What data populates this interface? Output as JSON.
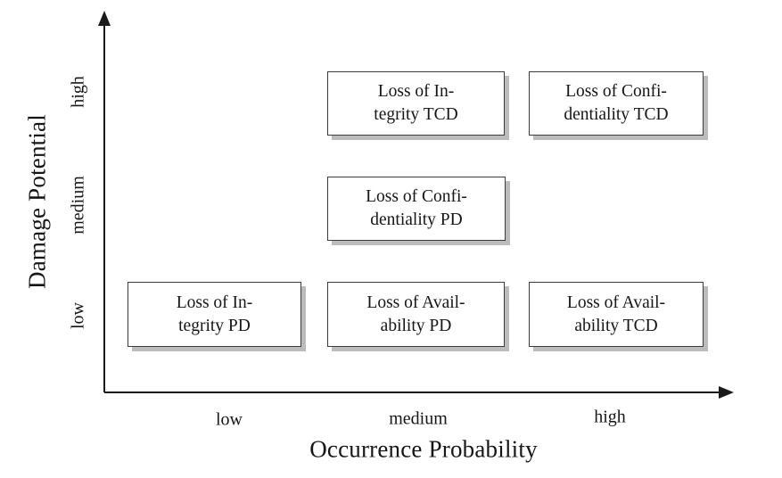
{
  "diagram": {
    "type": "risk-matrix",
    "background": "#ffffff"
  },
  "colors": {
    "axis": "#1a1a1a",
    "box_border": "#3c3c3c",
    "box_shadow": "#bcbcbc",
    "text": "#161616",
    "box_fill": "#ffffff"
  },
  "x_axis": {
    "title": "Occurrence Probability",
    "ticks": [
      "low",
      "medium",
      "high"
    ]
  },
  "y_axis": {
    "title": "Damage Potential",
    "ticks": [
      "high",
      "medium",
      "low"
    ]
  },
  "boxes": [
    {
      "line1": "Loss of In-",
      "line2": "tegrity TCD",
      "occurrence": "medium",
      "damage": "high"
    },
    {
      "line1": "Loss of Confi-",
      "line2": "dentiality TCD",
      "occurrence": "high",
      "damage": "high"
    },
    {
      "line1": "Loss of Confi-",
      "line2": "dentiality PD",
      "occurrence": "medium",
      "damage": "medium"
    },
    {
      "line1": "Loss of In-",
      "line2": "tegrity PD",
      "occurrence": "low",
      "damage": "low"
    },
    {
      "line1": "Loss of Avail-",
      "line2": "ability PD",
      "occurrence": "medium",
      "damage": "low"
    },
    {
      "line1": "Loss of Avail-",
      "line2": "ability TCD",
      "occurrence": "high",
      "damage": "low"
    }
  ]
}
